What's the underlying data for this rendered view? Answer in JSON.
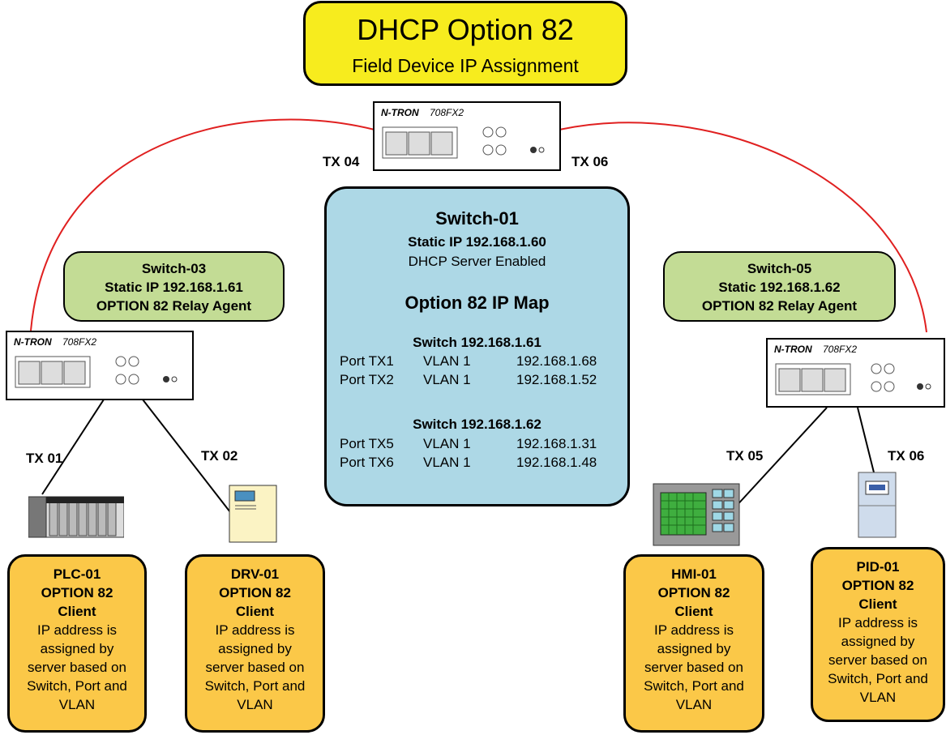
{
  "title": {
    "main": "DHCP Option 82",
    "sub": "Field Device IP Assignment"
  },
  "switch_model": {
    "brand": "N-TRON",
    "model": "708FX2"
  },
  "port_labels": {
    "tx4": "TX 04",
    "tx6_top": "TX 06",
    "tx1": "TX 01",
    "tx2": "TX 02",
    "tx5": "TX 05",
    "tx6_right": "TX 06"
  },
  "switch03": {
    "name": "Switch-03",
    "ip": "Static IP  192.168.1.61",
    "role": "OPTION 82 Relay Agent"
  },
  "switch05": {
    "name": "Switch-05",
    "ip": "Static 192.168.1.62",
    "role": "OPTION 82 Relay Agent"
  },
  "switch01": {
    "name": "Switch-01",
    "ip": "Static IP  192.168.1.60",
    "dhcp": "DHCP Server Enabled",
    "map_title": "Option 82 IP Map",
    "groups": [
      {
        "header": "Switch 192.168.1.61",
        "rows": [
          {
            "port": "Port TX1",
            "vlan": "VLAN 1",
            "ip": "192.168.1.68"
          },
          {
            "port": "Port TX2",
            "vlan": "VLAN 1",
            "ip": "192.168.1.52"
          }
        ]
      },
      {
        "header": "Switch 192.168.1.62",
        "rows": [
          {
            "port": "Port TX5",
            "vlan": "VLAN 1",
            "ip": "192.168.1.31"
          },
          {
            "port": "Port TX6",
            "vlan": "VLAN 1",
            "ip": "192.168.1.48"
          }
        ]
      }
    ]
  },
  "clients": [
    {
      "name": "PLC-01",
      "l1": "OPTION 82",
      "l2": "Client",
      "desc": [
        "IP address is",
        "assigned by",
        "server based on",
        "Switch, Port and",
        "VLAN"
      ]
    },
    {
      "name": "DRV-01",
      "l1": "OPTION 82",
      "l2": "Client",
      "desc": [
        "IP address is",
        "assigned by",
        "server based on",
        "Switch, Port and",
        "VLAN"
      ]
    },
    {
      "name": "HMI-01",
      "l1": "OPTION 82",
      "l2": "Client",
      "desc": [
        "IP address is",
        "assigned by",
        "server based on",
        "Switch, Port and",
        "VLAN"
      ]
    },
    {
      "name": "PID-01",
      "l1": "OPTION 82",
      "l2": "Client",
      "desc": [
        "IP address is",
        "assigned by",
        "server based on",
        "Switch, Port and",
        "VLAN"
      ]
    }
  ],
  "colors": {
    "title_fill": "#f7ec1e",
    "relay_fill": "#c3dc95",
    "server_fill": "#add8e6",
    "client_fill": "#fbc848",
    "link_red": "#e02020"
  }
}
